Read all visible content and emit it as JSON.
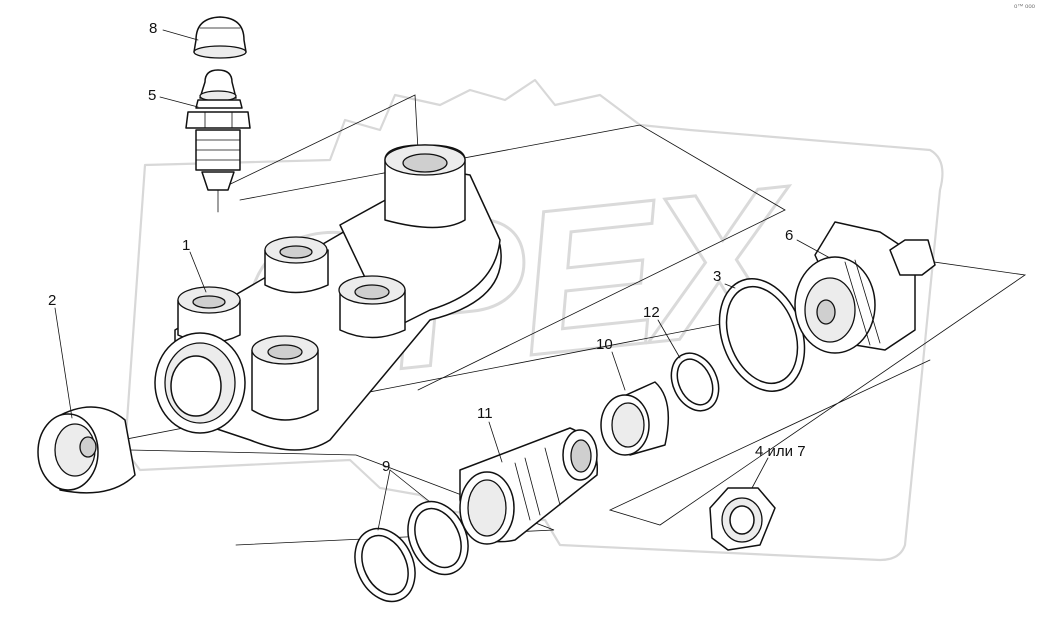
{
  "callouts": {
    "c1": "1",
    "c2": "2",
    "c3": "3",
    "c4": "4 или 7",
    "c5": "5",
    "c6": "6",
    "c8": "8",
    "c9": "9",
    "c10": "10",
    "c11": "11",
    "c12": "12"
  },
  "watermark_text": "OPEX",
  "corner_mark": "o™ ооо",
  "colors": {
    "line": "#111111",
    "watermark": "#d8d8d8",
    "background": "#ffffff"
  }
}
